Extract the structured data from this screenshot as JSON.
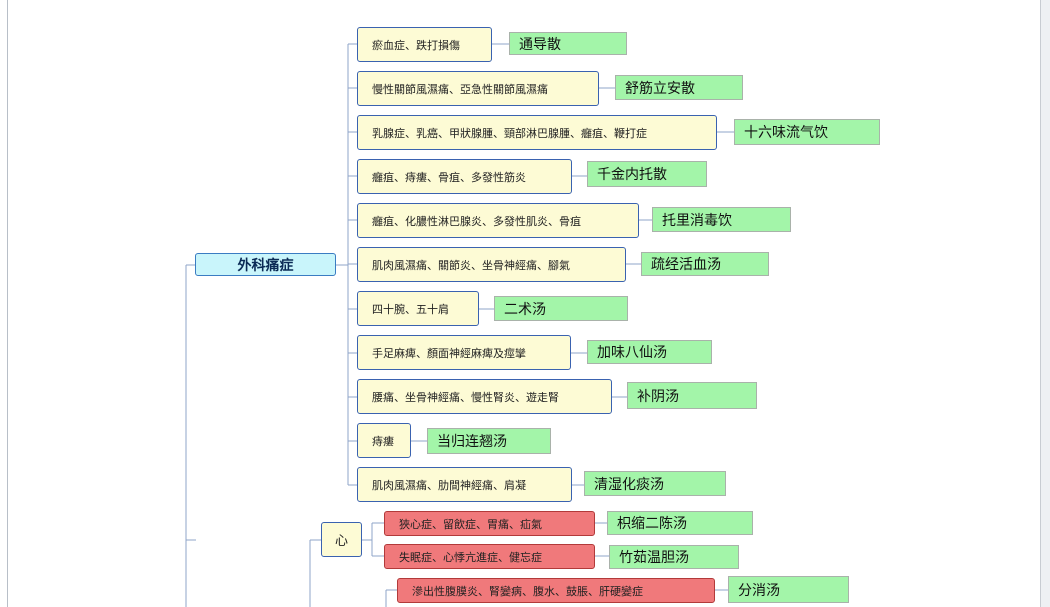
{
  "topic": "外科痛症",
  "heart_topic": "心",
  "rows": [
    {
      "condition": "瘀血症、跌打損傷",
      "formula": "通导散"
    },
    {
      "condition": "慢性關節風濕痛、亞急性關節風濕痛",
      "formula": "舒筋立安散"
    },
    {
      "condition": "乳腺症、乳癌、甲狀腺腫、頸部淋巴腺腫、癰疽、鞭打症",
      "formula": "十六味流气饮"
    },
    {
      "condition": "癰疽、痔瘻、骨疽、多發性筋炎",
      "formula": "千金内托散"
    },
    {
      "condition": "癰疽、化膿性淋巴腺炎、多發性肌炎、骨疽",
      "formula": "托里消毒饮"
    },
    {
      "condition": "肌肉風濕痛、關節炎、坐骨神經痛、腳氣",
      "formula": "疏经活血汤"
    },
    {
      "condition": "四十腕、五十肩",
      "formula": "二术汤"
    },
    {
      "condition": "手足麻痺、顏面神經麻痺及痙攣",
      "formula": "加味八仙汤"
    },
    {
      "condition": "腰痛、坐骨神經痛、慢性腎炎、遊走腎",
      "formula": "补阴汤"
    },
    {
      "condition": "痔瘻",
      "formula": "当归连翘汤"
    },
    {
      "condition": "肌肉風濕痛、肋間神經痛、肩凝",
      "formula": "清湿化痰汤"
    }
  ],
  "heart_rows": [
    {
      "condition": "狹心症、留飲症、胃痛、疝氣",
      "formula": "枳缩二陈汤"
    },
    {
      "condition": "失眠症、心悸亢進症、健忘症",
      "formula": "竹茹温胆汤"
    }
  ],
  "bottom_row": {
    "condition": "滲出性腹膜炎、腎變病、腹水、鼓脹、肝硬變症",
    "formula": "分消汤"
  },
  "colors": {
    "condition_bg": "#fdfbd5",
    "condition_border": "#3a62b0",
    "formula_bg": "#a3f5a9",
    "topic_bg": "#c9f5fb",
    "heart_condition_bg": "#f0797b",
    "connector": "#8fa4c8"
  }
}
